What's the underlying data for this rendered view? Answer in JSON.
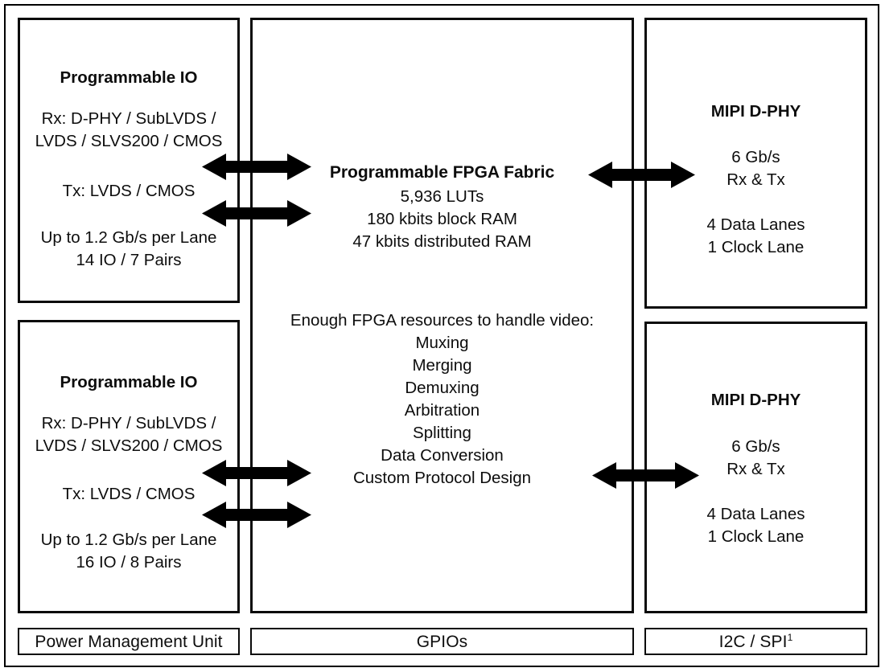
{
  "diagram": {
    "title": "FPGA video bridge block diagram",
    "line_color": "#0a0a0a",
    "background": "#ffffff"
  },
  "blocks": {
    "io_top": {
      "name": "Programmable IO",
      "heading": "Programmable IO",
      "lines": [
        "Rx: D-PHY / SubLVDS /",
        "LVDS / SLVS200 / CMOS",
        "Tx: LVDS / CMOS",
        "Up to 1.2 Gb/s per Lane",
        "14 IO / 7 Pairs"
      ]
    },
    "io_bottom": {
      "name": "Programmable IO",
      "heading": "Programmable IO",
      "lines": [
        "Rx: D-PHY / SubLVDS /",
        "LVDS / SLVS200 / CMOS",
        "Tx: LVDS / CMOS",
        "Up to 1.2 Gb/s per Lane",
        "16 IO / 8 Pairs"
      ]
    },
    "fabric": {
      "name": "Programmable FPGA Fabric",
      "heading": "Programmable FPGA Fabric",
      "specs": [
        "5,936 LUTs",
        "180 kbits block RAM",
        "47 kbits distributed RAM"
      ],
      "resources_heading": "Enough FPGA resources to handle video:",
      "resources": [
        "Muxing",
        "Merging",
        "Demuxing",
        "Arbitration",
        "Splitting",
        "Data Conversion",
        "Custom Protocol Design"
      ]
    },
    "phy_top": {
      "name": "MIPI D-PHY",
      "heading": "MIPI D-PHY",
      "rate": "6 Gb/s",
      "direction": "Rx & Tx",
      "data_lanes": "4 Data Lanes",
      "clock_lanes": "1 Clock Lane"
    },
    "phy_bottom": {
      "name": "MIPI D-PHY",
      "heading": "MIPI D-PHY",
      "rate": "6 Gb/s",
      "direction": "Rx & Tx",
      "data_lanes": "4 Data Lanes",
      "clock_lanes": "1 Clock Lane"
    }
  },
  "footer_bars": {
    "power": "Power Management Unit",
    "gpios": "GPIOs",
    "serial": "I2C / SPI",
    "serial_footnote": "1"
  },
  "arrows": [
    {
      "id": "io-top-fabric-upper",
      "label": "bidirectional"
    },
    {
      "id": "io-top-fabric-lower",
      "label": "bidirectional"
    },
    {
      "id": "fabric-phy-top",
      "label": "bidirectional"
    },
    {
      "id": "io-bottom-fabric-upper",
      "label": "bidirectional"
    },
    {
      "id": "io-bottom-fabric-lower",
      "label": "bidirectional"
    },
    {
      "id": "fabric-phy-bottom",
      "label": "bidirectional"
    }
  ]
}
